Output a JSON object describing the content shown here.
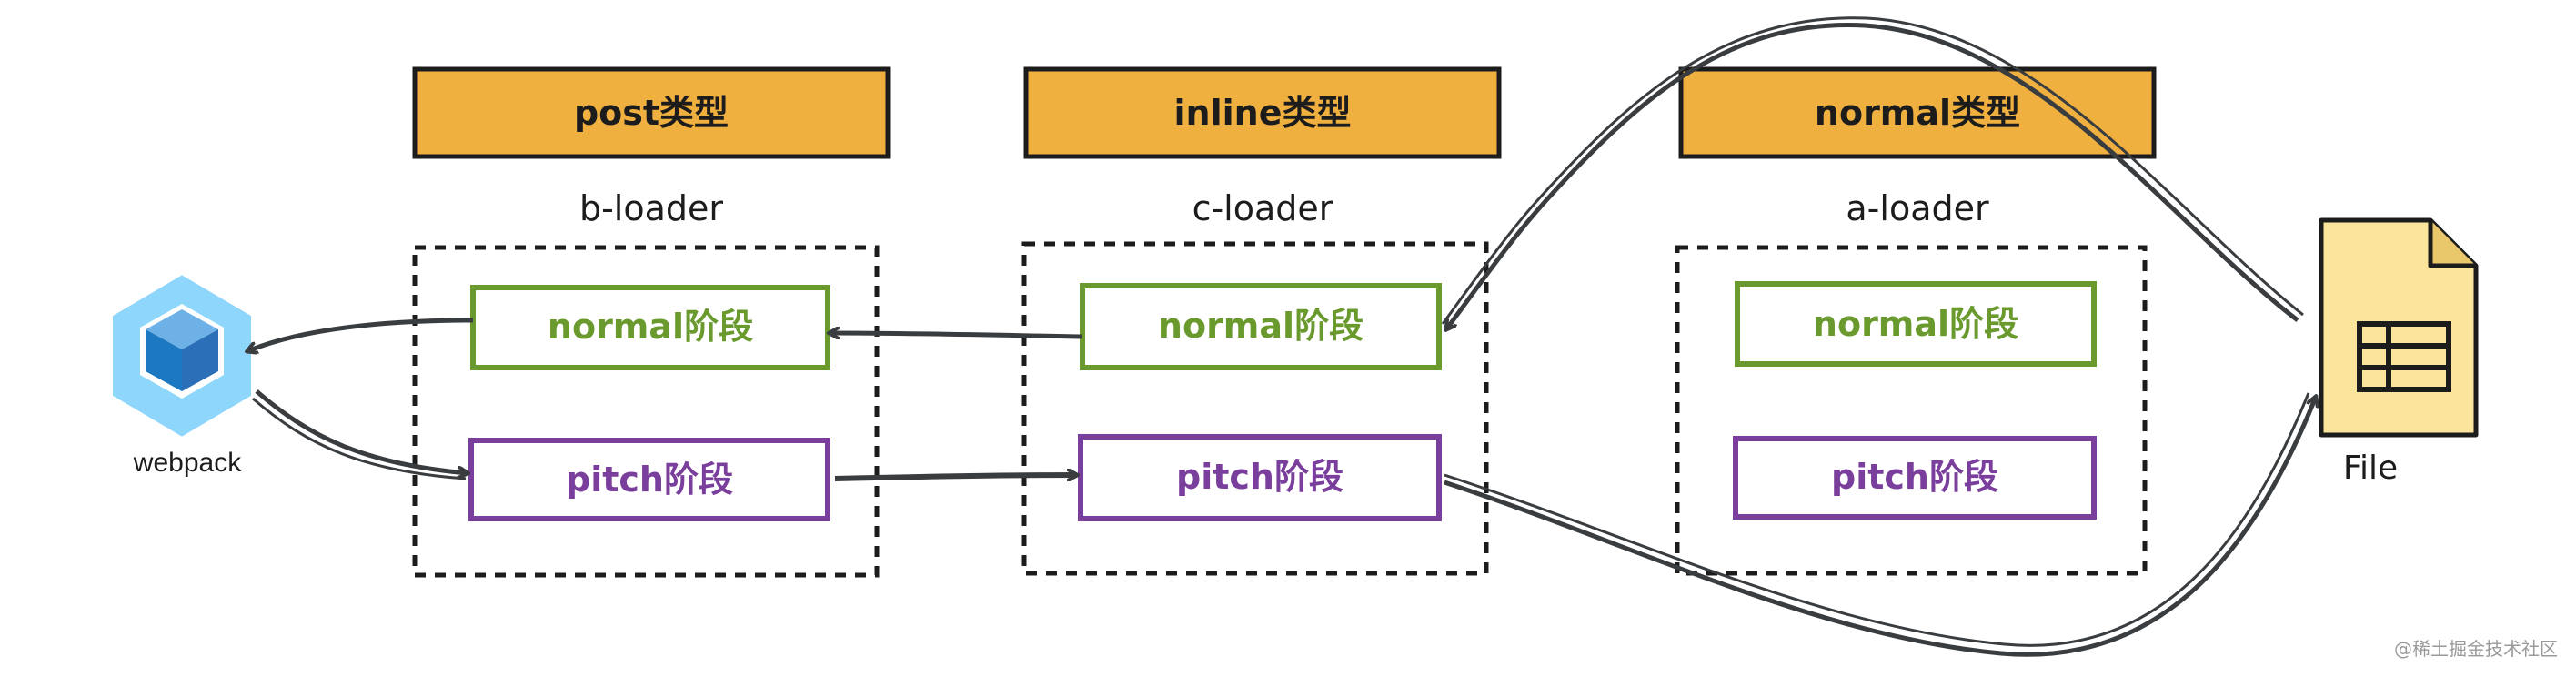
{
  "columns": [
    {
      "type_label": "post类型",
      "loader_name": "b-loader",
      "normal_label": "normal阶段",
      "pitch_label": "pitch阶段"
    },
    {
      "type_label": "inline类型",
      "loader_name": "c-loader",
      "normal_label": "normal阶段",
      "pitch_label": "pitch阶段"
    },
    {
      "type_label": "normal类型",
      "loader_name": "a-loader",
      "normal_label": "normal阶段",
      "pitch_label": "pitch阶段"
    }
  ],
  "webpack": {
    "label": "webpack"
  },
  "file": {
    "label": "File"
  },
  "watermark": "@稀土掘金技术社区",
  "colors": {
    "type_header_fill": "#f0b03f",
    "normal_stroke": "#6a9a2e",
    "pitch_stroke": "#7a3f9c",
    "arrow": "#3a3d40",
    "file_fill": "#fbe49b",
    "webpack_light": "#8ed6fb",
    "webpack_dark": "#1c78c0"
  }
}
